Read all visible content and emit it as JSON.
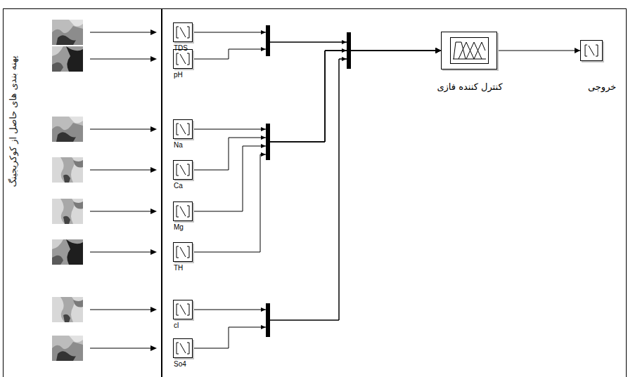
{
  "diagram": {
    "nodes": [
      {
        "text": [
          "پهنه بندی های حاصل از کوکریجینگ"
        ]
      },
      {
        "text": [
          "TDS"
        ]
      },
      {
        "text": [
          "pH"
        ]
      },
      {
        "text": [
          "Na"
        ]
      },
      {
        "text": [
          "Ca"
        ]
      },
      {
        "text": [
          "Mg"
        ]
      },
      {
        "text": [
          "TH"
        ]
      },
      {
        "text": [
          "cl"
        ]
      },
      {
        "text": [
          "So4"
        ]
      },
      {
        "text": [
          "کنترل کننده فازی"
        ]
      },
      {
        "text": [
          "خروجی"
        ]
      }
    ],
    "edges": [
      {
        "from": 1,
        "to": 9,
        "arrow": "to"
      },
      {
        "from": 2,
        "to": 9,
        "arrow": "to"
      },
      {
        "from": 3,
        "to": 9,
        "arrow": "to"
      },
      {
        "from": 4,
        "to": 9,
        "arrow": "to"
      },
      {
        "from": 5,
        "to": 9,
        "arrow": "to"
      },
      {
        "from": 6,
        "to": 9,
        "arrow": "to"
      },
      {
        "from": 7,
        "to": 9,
        "arrow": "to"
      },
      {
        "from": 8,
        "to": 9,
        "arrow": "to"
      },
      {
        "from": 9,
        "to": 10,
        "arrow": "to"
      }
    ]
  }
}
